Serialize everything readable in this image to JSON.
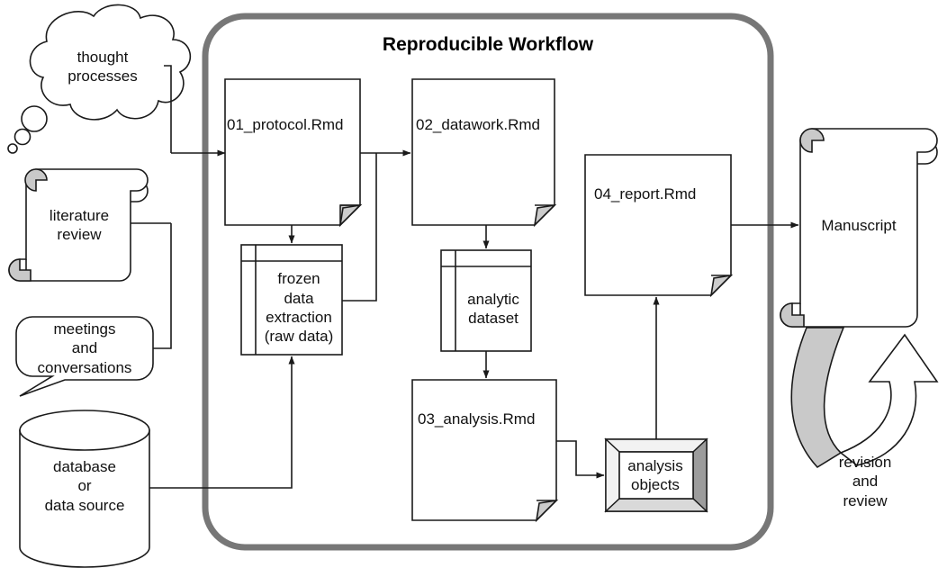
{
  "diagram": {
    "title": "Reproducible Workflow",
    "container_name": "reproducible-workflow-container",
    "colors": {
      "container_border": "#777777",
      "shape_stroke": "#1a1a1a",
      "shape_fill": "#ffffff",
      "fold_fill": "#cccccc",
      "arrow_gray_fill": "#c9c9c9",
      "bevel_light": "#f2f2f2",
      "bevel_dark": "#9c9c9c",
      "background": "#ffffff"
    }
  },
  "inputs": [
    {
      "id": "thought-processes",
      "label": "thought\nprocesses",
      "shape": "thought-cloud"
    },
    {
      "id": "literature-review",
      "label": "literature\nreview",
      "shape": "scroll"
    },
    {
      "id": "meetings-and-conversations",
      "label": "meetings\nand\nconversations",
      "shape": "speech-bubble"
    },
    {
      "id": "database-or-data-source",
      "label": "database\nor\ndata source",
      "shape": "cylinder"
    }
  ],
  "workflow_nodes": [
    {
      "id": "protocol-rmd",
      "label": "01_protocol.Rmd",
      "shape": "document-folded-corner"
    },
    {
      "id": "datawork-rmd",
      "label": "02_datawork.Rmd",
      "shape": "document-folded-corner"
    },
    {
      "id": "analysis-rmd",
      "label": "03_analysis.Rmd",
      "shape": "document-folded-corner"
    },
    {
      "id": "report-rmd",
      "label": "04_report.Rmd",
      "shape": "document-folded-corner"
    },
    {
      "id": "frozen-data-extraction",
      "label": "frozen\ndata\nextraction\n(raw data)",
      "shape": "internal-storage"
    },
    {
      "id": "analytic-dataset",
      "label": "analytic\ndataset",
      "shape": "internal-storage"
    },
    {
      "id": "analysis-objects",
      "label": "analysis\nobjects",
      "shape": "beveled-3d-box"
    }
  ],
  "outputs": [
    {
      "id": "manuscript",
      "label": "Manuscript",
      "shape": "scroll"
    },
    {
      "id": "revision-and-review",
      "label": "revision\nand\nreview",
      "shape": "u-turn-arrow"
    }
  ],
  "edges": [
    {
      "from": "thought-processes",
      "to": "protocol-rmd"
    },
    {
      "from": "literature-review",
      "to": "protocol-rmd"
    },
    {
      "from": "meetings-and-conversations",
      "to": "protocol-rmd"
    },
    {
      "from": "database-or-data-source",
      "to": "frozen-data-extraction"
    },
    {
      "from": "protocol-rmd",
      "to": "frozen-data-extraction"
    },
    {
      "from": "protocol-rmd",
      "to": "datawork-rmd"
    },
    {
      "from": "frozen-data-extraction",
      "to": "datawork-rmd"
    },
    {
      "from": "datawork-rmd",
      "to": "analytic-dataset"
    },
    {
      "from": "analytic-dataset",
      "to": "analysis-rmd"
    },
    {
      "from": "analysis-rmd",
      "to": "analysis-objects"
    },
    {
      "from": "analysis-objects",
      "to": "report-rmd"
    },
    {
      "from": "report-rmd",
      "to": "manuscript"
    },
    {
      "from": "manuscript",
      "to": "manuscript",
      "label": "revision and review"
    }
  ]
}
